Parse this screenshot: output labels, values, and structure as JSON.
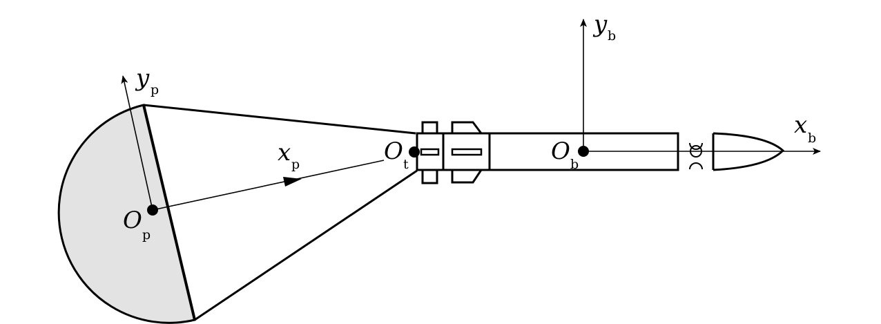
{
  "labels": {
    "x_p": {
      "main": "x",
      "sub": "p"
    },
    "y_p": {
      "main": "y",
      "sub": "p"
    },
    "O_p": {
      "main": "O",
      "sub": "p"
    },
    "O_t": {
      "main": "O",
      "sub": "t"
    },
    "O_b": {
      "main": "O",
      "sub": "b"
    },
    "x_b": {
      "main": "x",
      "sub": "b"
    },
    "y_b": {
      "main": "y",
      "sub": "b"
    }
  },
  "colors": {
    "line": "#000000",
    "canopy_fill": "#e3e3e3",
    "background": "#ffffff"
  }
}
